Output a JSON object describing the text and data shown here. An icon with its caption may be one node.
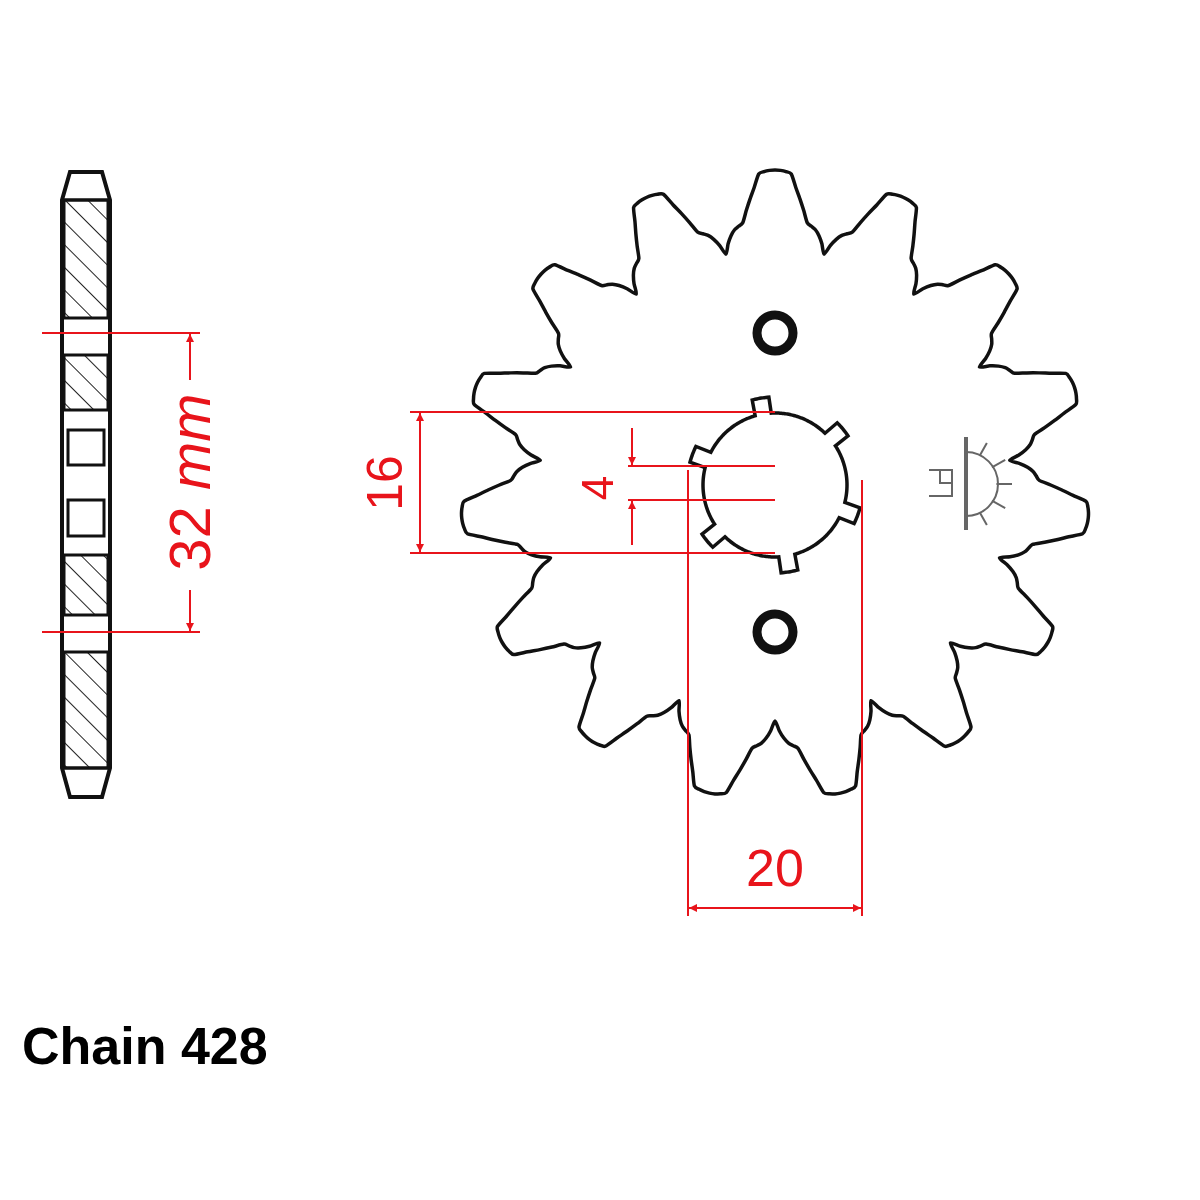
{
  "diagram": {
    "labels": [
      "32 *mm*",
      "16",
      "4",
      "20",
      "Chain 428"
    ]
  }
}
